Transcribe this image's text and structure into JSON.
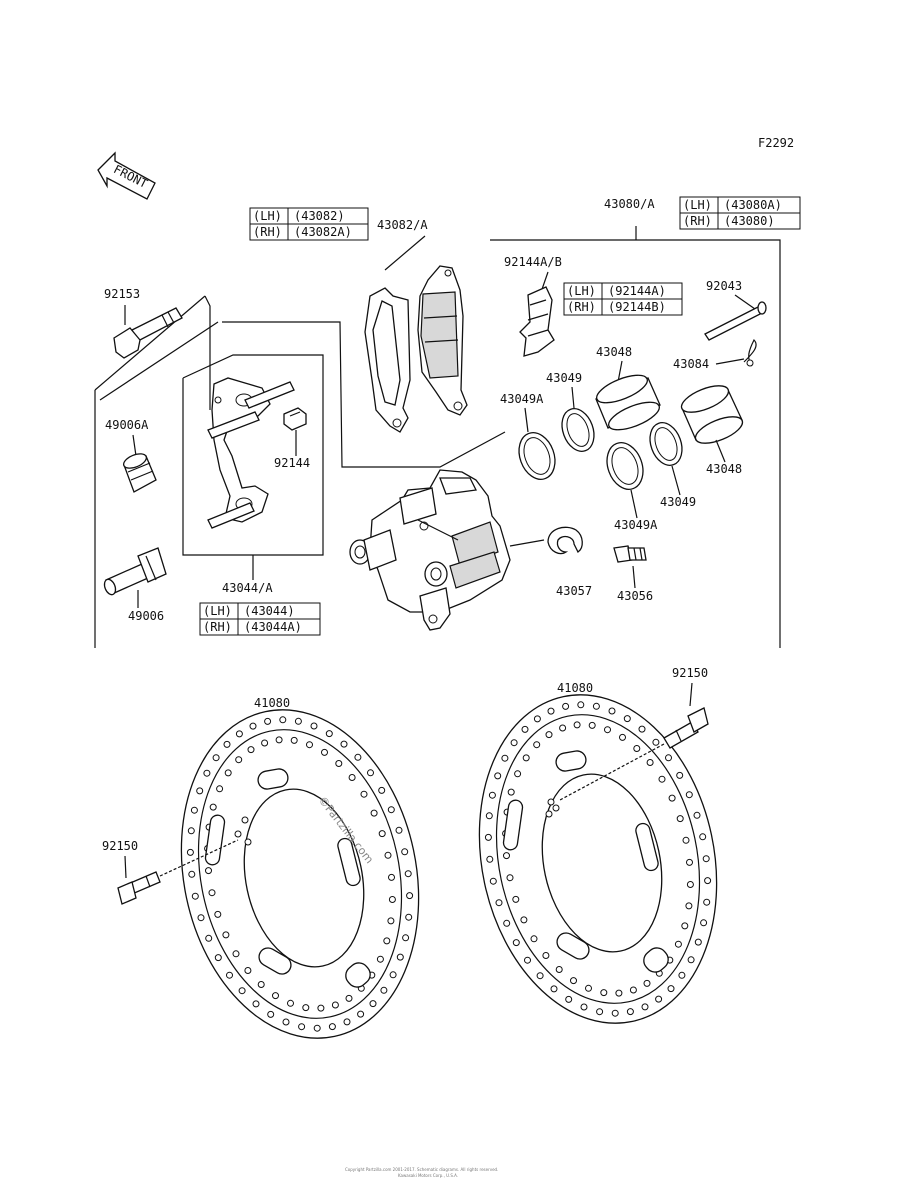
{
  "figure_code": "F2292",
  "front_label": "FRONT",
  "watermark": "©Partzilla.com",
  "tables": {
    "pad": {
      "lh_key": "(LH)",
      "lh_val": "(43082)",
      "rh_key": "(RH)",
      "rh_val": "(43082A)"
    },
    "caliper": {
      "lh_key": "(LH)",
      "lh_val": "(43080A)",
      "rh_key": "(RH)",
      "rh_val": "(43080)"
    },
    "spring": {
      "lh_key": "(LH)",
      "lh_val": "(92144A)",
      "rh_key": "(RH)",
      "rh_val": "(92144B)"
    },
    "holder": {
      "lh_key": "(LH)",
      "lh_val": "(43044)",
      "rh_key": "(RH)",
      "rh_val": "(43044A)"
    }
  },
  "labels": {
    "pad": "43082/A",
    "caliper": "43080/A",
    "spring": "92144A/B",
    "pin_92043": "92043",
    "clip_43084": "43084",
    "bolt_92153": "92153",
    "piston_43048_top": "43048",
    "piston_43048_right": "43048",
    "seal_43049_top": "43049",
    "seal_43049_bottom": "43049",
    "seal_43049a_left": "43049A",
    "seal_43049a_bottom": "43049A",
    "boot_49006a": "49006A",
    "pin_49006": "49006",
    "spring_92144": "92144",
    "holder": "43044/A",
    "cap_43057": "43057",
    "valve_43056": "43056",
    "disc_left": "41080",
    "disc_right": "41080",
    "bolt_92150_left": "92150",
    "bolt_92150_right": "92150"
  },
  "footer": {
    "line1": "Copyright Partzilla.com 2001-2017. Schematic diagrams. All rights reserved.",
    "line2": "Kawasaki Motors Corp., U.S.A."
  }
}
